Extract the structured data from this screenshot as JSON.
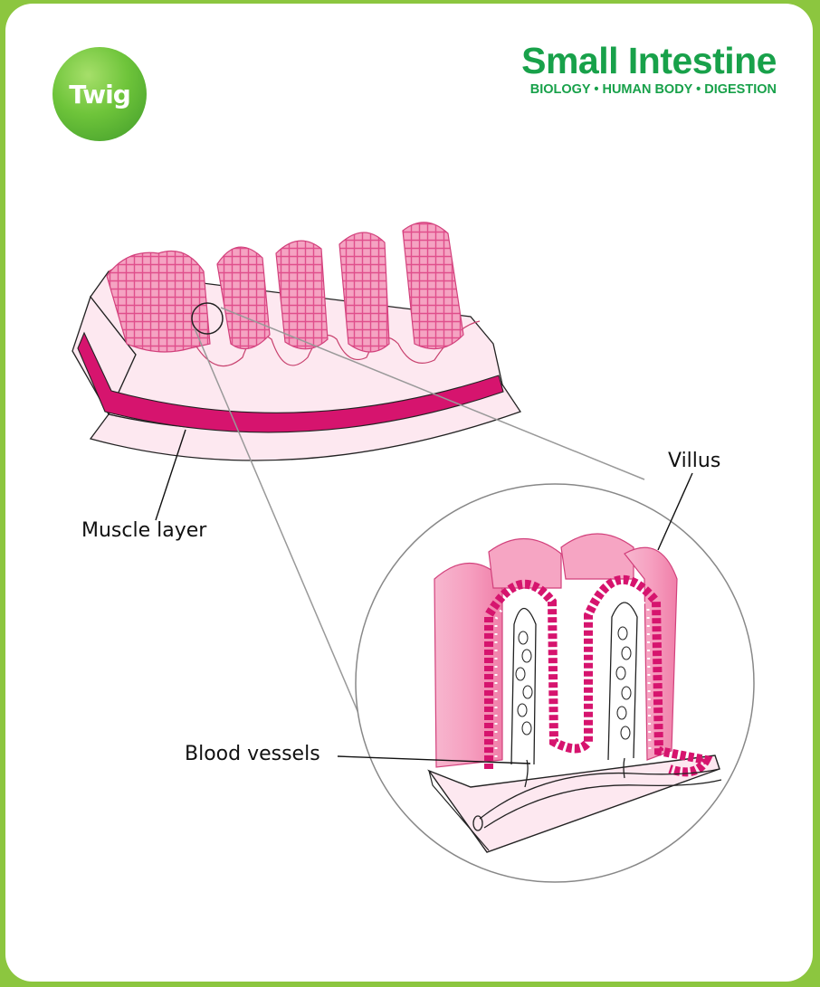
{
  "header": {
    "logo_text": "Twig",
    "title": "Small Intestine",
    "subtitle": "BIOLOGY • HUMAN BODY • DIGESTION"
  },
  "labels": {
    "muscle_layer": "Muscle layer",
    "villus": "Villus",
    "blood_vessels": "Blood vessels"
  },
  "colors": {
    "frame": "#8cc63f",
    "brand_green": "#18a14a",
    "villus_pink": "#f6a7c4",
    "muscle": "#d6146e",
    "tissue": "#fde8f0"
  }
}
